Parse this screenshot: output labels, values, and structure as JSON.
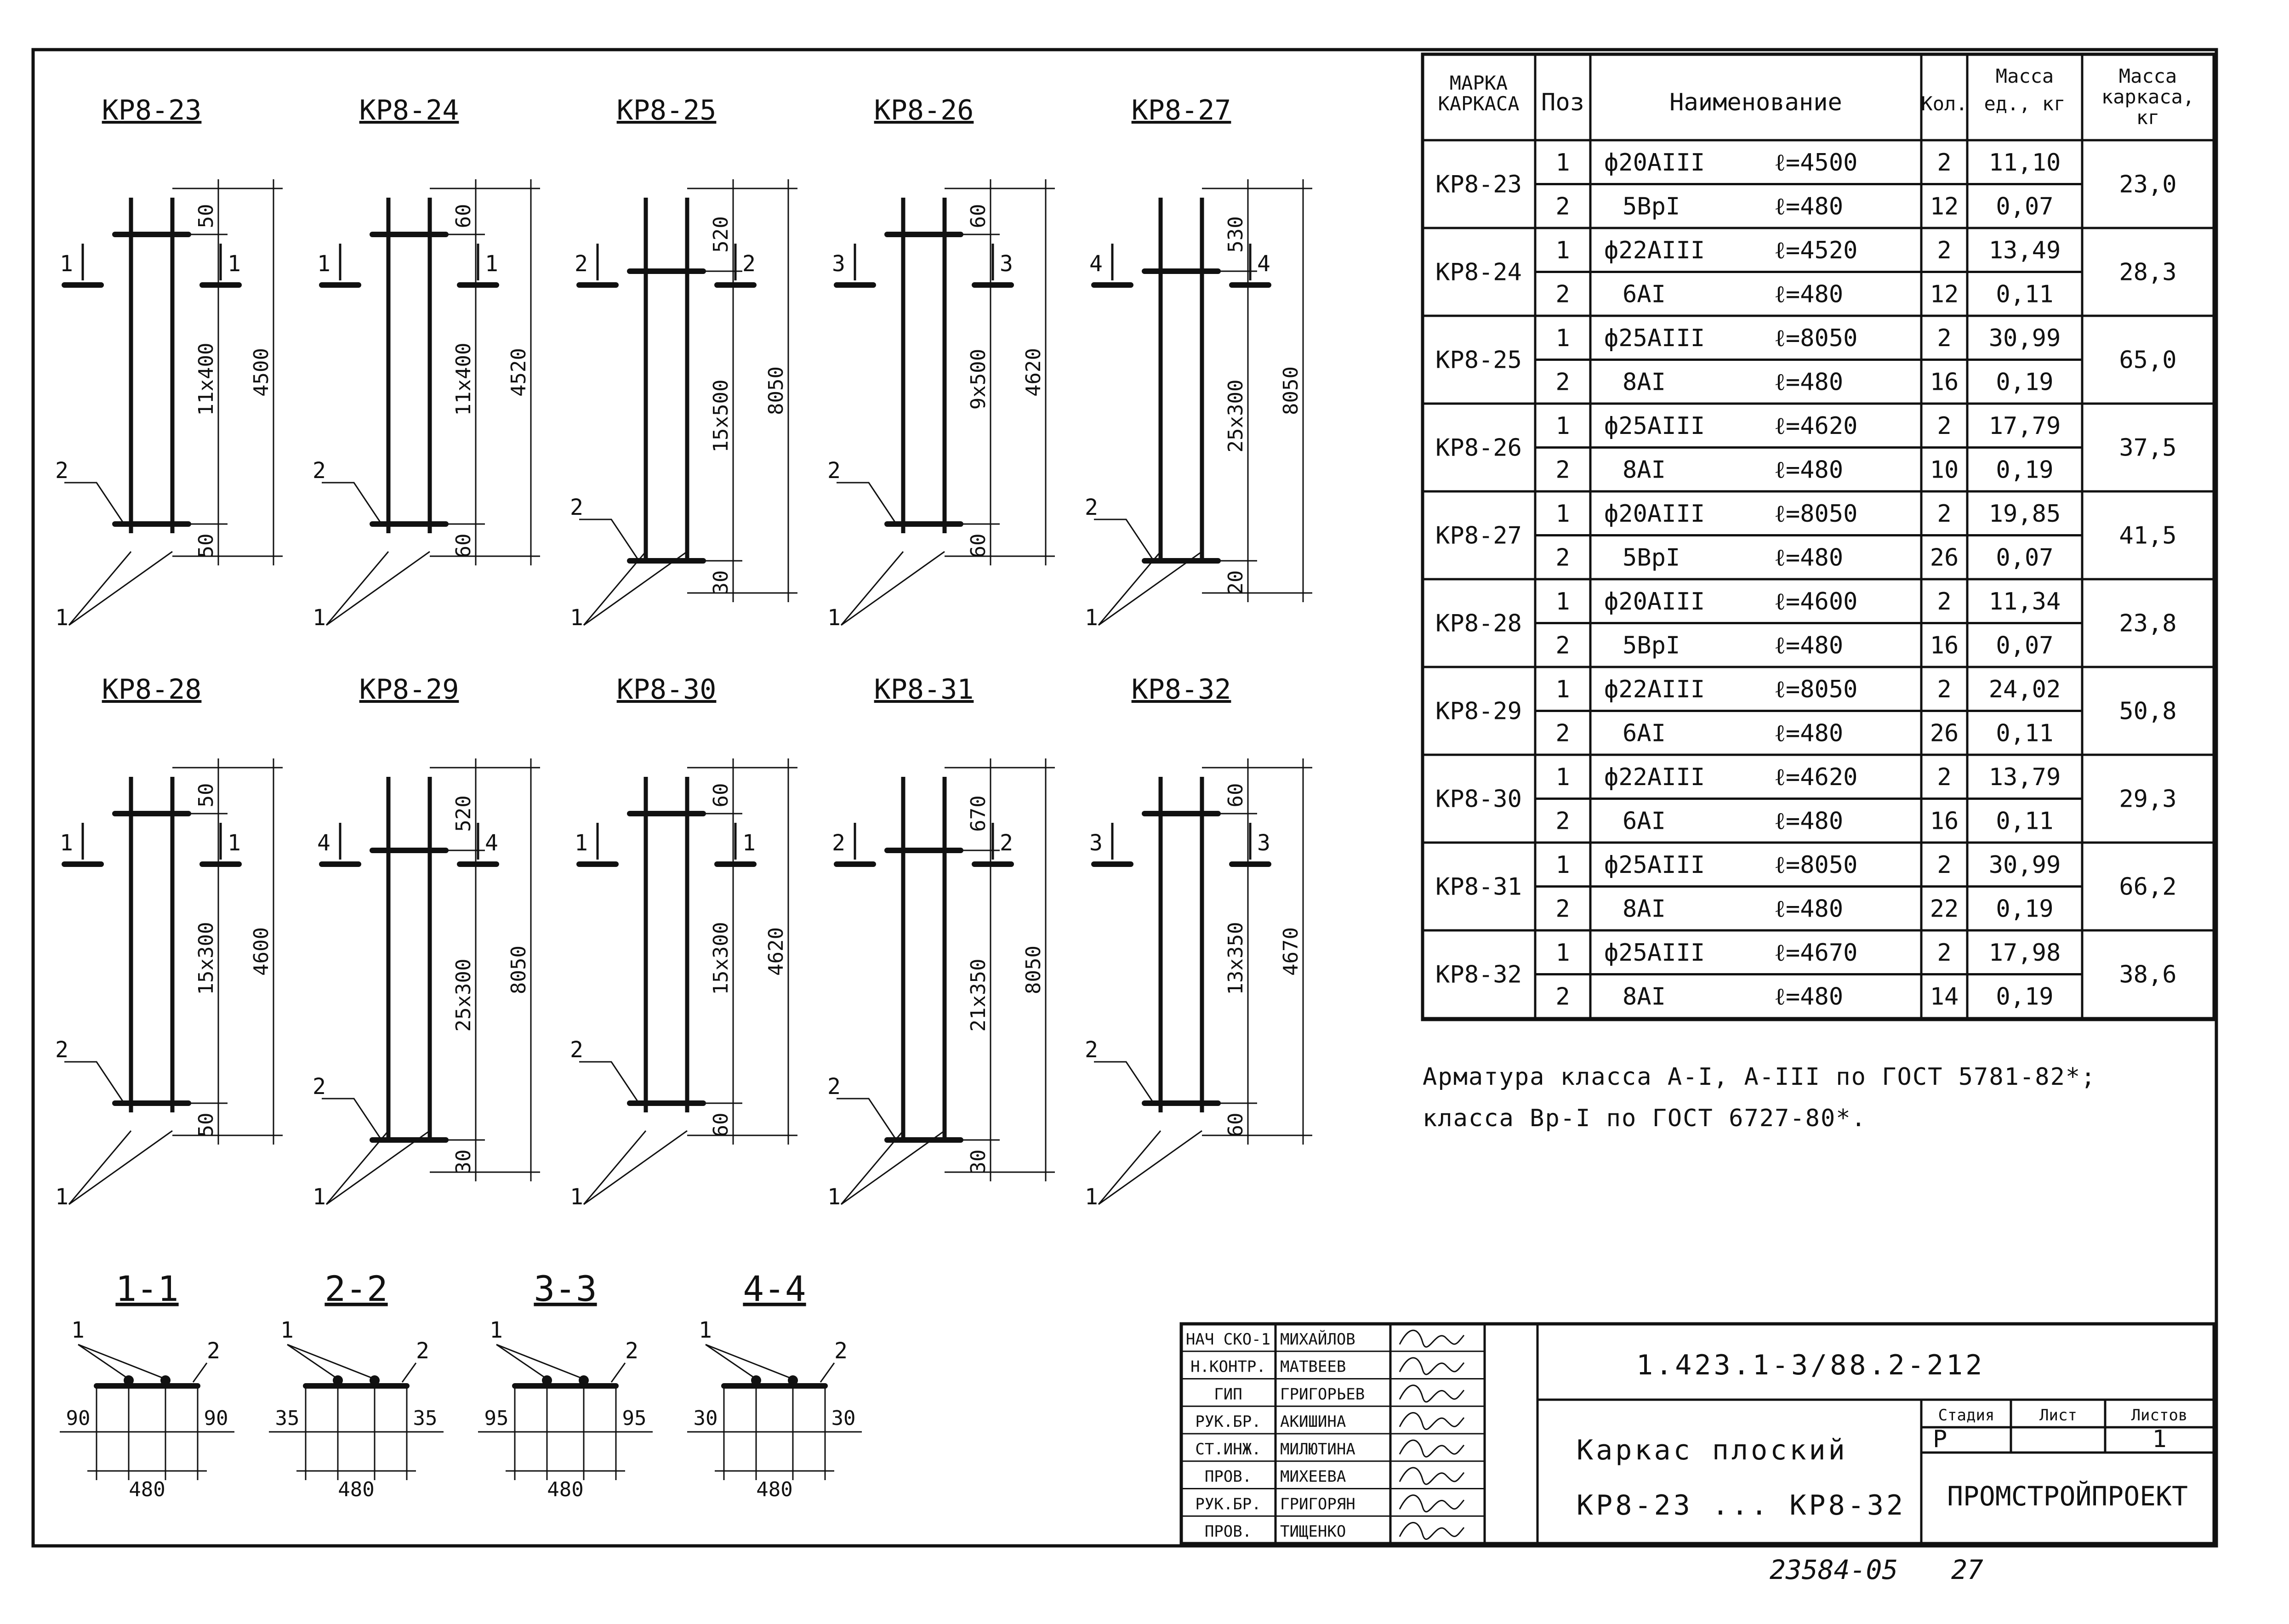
{
  "frames": [
    {
      "mark": "КР8-23",
      "top": "50",
      "mid": "11х400",
      "bot": "50",
      "total": "4500",
      "tag": "1"
    },
    {
      "mark": "КР8-24",
      "top": "60",
      "mid": "11х400",
      "bot": "60",
      "total": "4520",
      "tag": "1"
    },
    {
      "mark": "КР8-25",
      "top": "520",
      "mid": "15х500",
      "bot": "30",
      "total": "8050",
      "tag": "2"
    },
    {
      "mark": "КР8-26",
      "top": "60",
      "mid": "9х500",
      "bot": "60",
      "total": "4620",
      "tag": "3"
    },
    {
      "mark": "КР8-27",
      "top": "530",
      "mid": "25х300",
      "bot": "20",
      "total": "8050",
      "tag": "4"
    },
    {
      "mark": "КР8-28",
      "top": "50",
      "mid": "15х300",
      "bot": "50",
      "total": "4600",
      "tag": "1"
    },
    {
      "mark": "КР8-29",
      "top": "520",
      "mid": "25х300",
      "bot": "30",
      "total": "8050",
      "tag": "4"
    },
    {
      "mark": "КР8-30",
      "top": "60",
      "mid": "15х300",
      "bot": "60",
      "total": "4620",
      "tag": "1"
    },
    {
      "mark": "КР8-31",
      "top": "670",
      "mid": "21х350",
      "bot": "30",
      "total": "8050",
      "tag": "2"
    },
    {
      "mark": "КР8-32",
      "top": "60",
      "mid": "13х350",
      "bot": "60",
      "total": "4670",
      "tag": "3"
    }
  ],
  "pos_labels": {
    "rod": "1",
    "bar": "2"
  },
  "sections": [
    {
      "title": "1-1",
      "left": "90",
      "right": "90",
      "width": "480"
    },
    {
      "title": "2-2",
      "left": "35",
      "right": "35",
      "width": "480"
    },
    {
      "title": "3-3",
      "left": "95",
      "right": "95",
      "width": "480"
    },
    {
      "title": "4-4",
      "left": "30",
      "right": "30",
      "width": "480"
    }
  ],
  "spec_table": {
    "headers": [
      "МАРКА КАРКАСА",
      "Поз",
      "Наименование",
      "Кол.",
      "Масса ед., кг",
      "Масса каркаса, кг"
    ],
    "groups": [
      {
        "mark": "КР8-23",
        "mass": "23,0",
        "rows": [
          {
            "pos": "1",
            "name": "ф20АIII",
            "len": "ℓ=4500",
            "qty": "2",
            "unit": "11,10"
          },
          {
            "pos": "2",
            "name": "5ВрI",
            "len": "ℓ=480",
            "qty": "12",
            "unit": "0,07"
          }
        ]
      },
      {
        "mark": "КР8-24",
        "mass": "28,3",
        "rows": [
          {
            "pos": "1",
            "name": "ф22АIII",
            "len": "ℓ=4520",
            "qty": "2",
            "unit": "13,49"
          },
          {
            "pos": "2",
            "name": "6АI",
            "len": "ℓ=480",
            "qty": "12",
            "unit": "0,11"
          }
        ]
      },
      {
        "mark": "КР8-25",
        "mass": "65,0",
        "rows": [
          {
            "pos": "1",
            "name": "ф25АIII",
            "len": "ℓ=8050",
            "qty": "2",
            "unit": "30,99"
          },
          {
            "pos": "2",
            "name": "8АI",
            "len": "ℓ=480",
            "qty": "16",
            "unit": "0,19"
          }
        ]
      },
      {
        "mark": "КР8-26",
        "mass": "37,5",
        "rows": [
          {
            "pos": "1",
            "name": "ф25АIII",
            "len": "ℓ=4620",
            "qty": "2",
            "unit": "17,79"
          },
          {
            "pos": "2",
            "name": "8АI",
            "len": "ℓ=480",
            "qty": "10",
            "unit": "0,19"
          }
        ]
      },
      {
        "mark": "КР8-27",
        "mass": "41,5",
        "rows": [
          {
            "pos": "1",
            "name": "ф20АIII",
            "len": "ℓ=8050",
            "qty": "2",
            "unit": "19,85"
          },
          {
            "pos": "2",
            "name": "5ВрI",
            "len": "ℓ=480",
            "qty": "26",
            "unit": "0,07"
          }
        ]
      },
      {
        "mark": "КР8-28",
        "mass": "23,8",
        "rows": [
          {
            "pos": "1",
            "name": "ф20АIII",
            "len": "ℓ=4600",
            "qty": "2",
            "unit": "11,34"
          },
          {
            "pos": "2",
            "name": "5ВрI",
            "len": "ℓ=480",
            "qty": "16",
            "unit": "0,07"
          }
        ]
      },
      {
        "mark": "КР8-29",
        "mass": "50,8",
        "rows": [
          {
            "pos": "1",
            "name": "ф22АIII",
            "len": "ℓ=8050",
            "qty": "2",
            "unit": "24,02"
          },
          {
            "pos": "2",
            "name": "6АI",
            "len": "ℓ=480",
            "qty": "26",
            "unit": "0,11"
          }
        ]
      },
      {
        "mark": "КР8-30",
        "mass": "29,3",
        "rows": [
          {
            "pos": "1",
            "name": "ф22АIII",
            "len": "ℓ=4620",
            "qty": "2",
            "unit": "13,79"
          },
          {
            "pos": "2",
            "name": "6АI",
            "len": "ℓ=480",
            "qty": "16",
            "unit": "0,11"
          }
        ]
      },
      {
        "mark": "КР8-31",
        "mass": "66,2",
        "rows": [
          {
            "pos": "1",
            "name": "ф25АIII",
            "len": "ℓ=8050",
            "qty": "2",
            "unit": "30,99"
          },
          {
            "pos": "2",
            "name": "8АI",
            "len": "ℓ=480",
            "qty": "22",
            "unit": "0,19"
          }
        ]
      },
      {
        "mark": "КР8-32",
        "mass": "38,6",
        "rows": [
          {
            "pos": "1",
            "name": "ф25АIII",
            "len": "ℓ=4670",
            "qty": "2",
            "unit": "17,98"
          },
          {
            "pos": "2",
            "name": "8АI",
            "len": "ℓ=480",
            "qty": "14",
            "unit": "0,19"
          }
        ]
      }
    ]
  },
  "notes": [
    "Арматура класса А-I, А-III по ГОСТ 5781-82*;",
    "класса Вр-I по ГОСТ 6727-80*."
  ],
  "title_block": {
    "signatures": [
      {
        "role": "НАЧ СКО-1",
        "name": "МИХАЙЛОВ"
      },
      {
        "role": "Н.КОНТР.",
        "name": "МАТВЕЕВ"
      },
      {
        "role": "ГИП",
        "name": "ГРИГОРЬЕВ"
      },
      {
        "role": "РУК.БР.",
        "name": "АКИШИНА"
      },
      {
        "role": "СТ.ИНЖ.",
        "name": "МИЛЮТИНА"
      },
      {
        "role": "ПРОВ.",
        "name": "МИХЕЕВА"
      },
      {
        "role": "РУК.БР.",
        "name": "ГРИГОРЯН"
      },
      {
        "role": "ПРОВ.",
        "name": "ТИЩЕНКО"
      }
    ],
    "code": "1.423.1-3/88.2-212",
    "title_line1": "Каркас плоский",
    "title_line2": "КР8-23 ... КР8-32",
    "stage_label": "Стадия",
    "sheet_label": "Лист",
    "sheets_label": "Листов",
    "stage": "Р",
    "sheet": "",
    "sheets": "1",
    "org": "ПРОМСТРОЙПРОЕКТ"
  },
  "footer": {
    "number": "23584-05",
    "page": "27"
  }
}
